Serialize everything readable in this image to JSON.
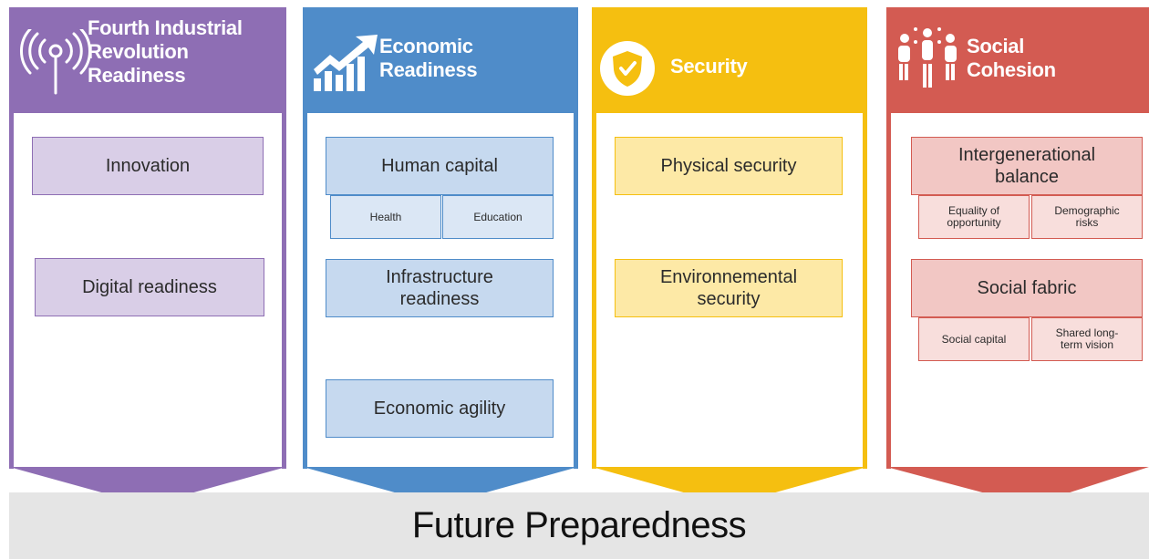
{
  "pillars": [
    {
      "title_lines": [
        "Fourth Industrial",
        "Revolution",
        "Readiness"
      ],
      "icon": "antenna-icon",
      "color": "#8e6eb4",
      "box_fill": "#d9cee7",
      "boxes": [
        "Innovation",
        "Digital readiness"
      ]
    },
    {
      "title_lines": [
        "Economic",
        "Readiness"
      ],
      "icon": "growth-chart-icon",
      "color": "#4f8cc9",
      "box_fill": "#c6d9ef",
      "boxes": [
        "Human capital",
        "Infrastructure readiness",
        "Economic agility"
      ],
      "sub": [
        "Health",
        "Education"
      ]
    },
    {
      "title_lines": [
        "Security"
      ],
      "icon": "shield-check-icon",
      "color": "#f5bf10",
      "box_fill": "#fde9a6",
      "boxes": [
        "Physical security",
        "Environnemental security"
      ]
    },
    {
      "title_lines": [
        "Social",
        "Cohesion"
      ],
      "icon": "people-group-icon",
      "color": "#d35b52",
      "box_fill": "#f2c7c4",
      "boxes": [
        "Intergenerational balance",
        "Social fabric"
      ],
      "sub1": [
        "Equality of opportunity",
        "Demographic risks"
      ],
      "sub2": [
        "Social capital",
        "Shared long-term vision"
      ]
    }
  ],
  "footer": "Future Preparedness"
}
